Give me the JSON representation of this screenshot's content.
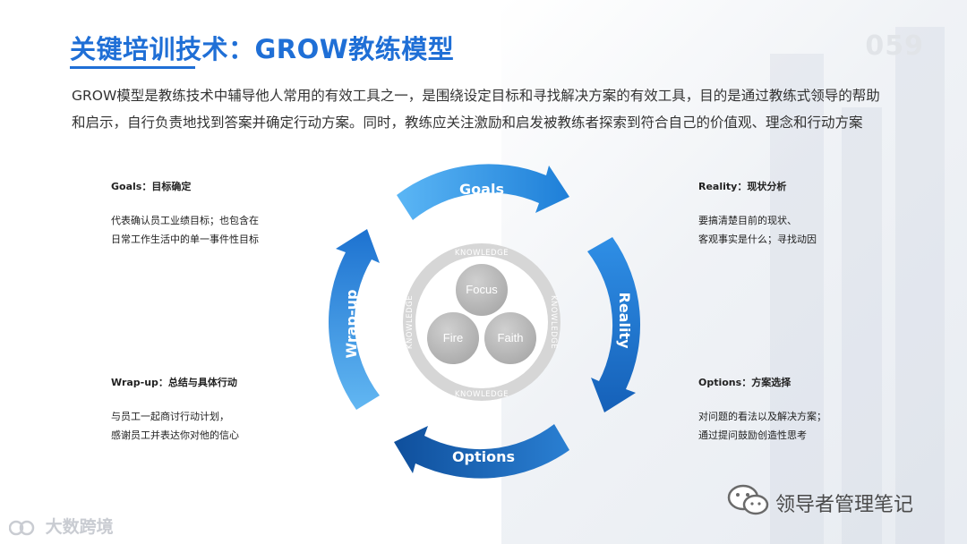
{
  "header": {
    "title": "关键培训技术：GROW教练模型",
    "page_number": "059"
  },
  "intro": {
    "line1": "GROW模型是教练技术中辅导他人常用的有效工具之一，是围绕设定目标和寻找解决方案的有效工具，目的是通过教练式领导的帮助",
    "line2": "和启示，自行负责地找到答案并确定行动方案。同时，教练应关注激励和启发被教练者探索到符合自己的价值观、理念和行动方案"
  },
  "blocks": {
    "goals": {
      "head": "Goals：目标确定",
      "line1": "代表确认员工业绩目标；也包含在",
      "line2": "日常工作生活中的单一事件性目标"
    },
    "reality": {
      "head": "Reality：现状分析",
      "line1": "要搞清楚目前的现状、",
      "line2": "客观事实是什么；寻找动因"
    },
    "wrapup": {
      "head": "Wrap-up：总结与具体行动",
      "line1": "与员工一起商讨行动计划，",
      "line2": "感谢员工并表达你对他的信心"
    },
    "options": {
      "head": "Options：方案选择",
      "line1": "对问题的看法以及解决方案；",
      "line2": "通过提问鼓励创造性思考"
    }
  },
  "diagram": {
    "arrows": {
      "goals": "Goals",
      "reality": "Reality",
      "options": "Options",
      "wrapup": "Wrap-up"
    },
    "ring_label": "KNOWLEDGE",
    "circles": {
      "focus": "Focus",
      "fire": "Fire",
      "faith": "Faith"
    },
    "colors": {
      "arrow_light": "#4aa8f0",
      "arrow_dark": "#1565c0",
      "ring": "#cfcfcf",
      "circle": "#b8b8b8"
    }
  },
  "footer": {
    "logo_text": "大数跨境",
    "wechat_text": "领导者管理笔记"
  }
}
